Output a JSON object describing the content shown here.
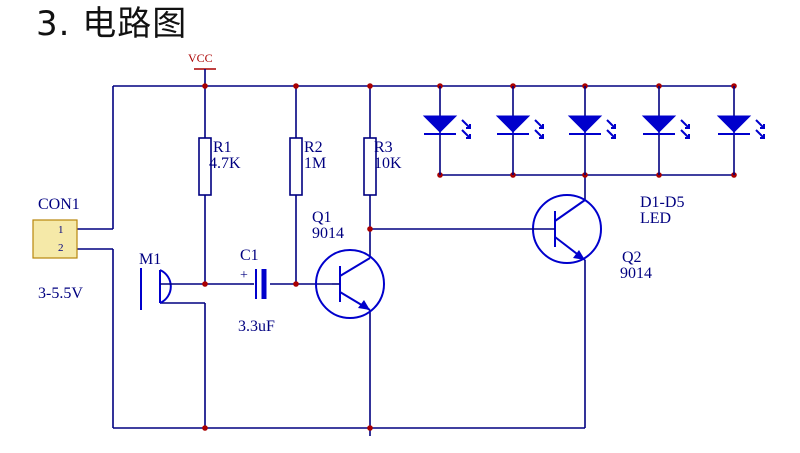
{
  "title": "3. 电路图",
  "power": {
    "label": "VCC"
  },
  "connector": {
    "name": "CON1",
    "pin1": "1",
    "pin2": "2",
    "voltage": "3-5.5V"
  },
  "resistors": [
    {
      "ref": "R1",
      "value": "4.7K"
    },
    {
      "ref": "R2",
      "value": "1M"
    },
    {
      "ref": "R3",
      "value": "10K"
    }
  ],
  "capacitor": {
    "ref": "C1",
    "value": "3.3uF",
    "polarity": "+"
  },
  "microphone": {
    "ref": "M1"
  },
  "transistors": [
    {
      "ref": "Q1",
      "value": "9014"
    },
    {
      "ref": "Q2",
      "value": "9014"
    }
  ],
  "leds": {
    "ref": "D1-D5",
    "value": "LED",
    "count": 5
  },
  "colors": {
    "wire": "#000080",
    "component": "#0000cc",
    "junction": "#aa0000",
    "power": "#aa0000",
    "connector": "#f5e9a8"
  }
}
